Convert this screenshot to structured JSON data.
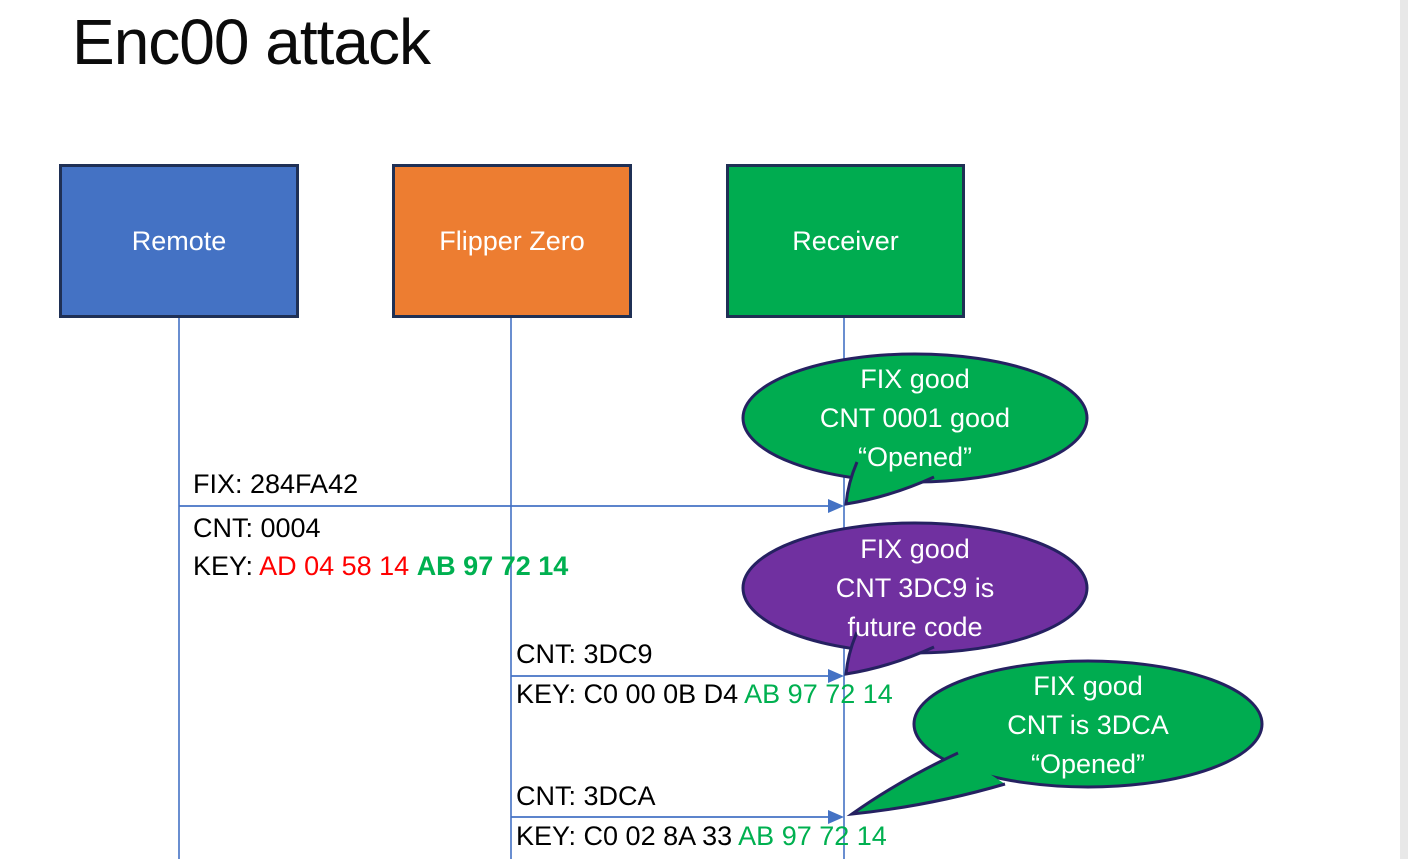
{
  "slide_title": "Enc00 attack",
  "actors": [
    {
      "label": "Remote",
      "fill": "#4472C4"
    },
    {
      "label": "Flipper Zero",
      "fill": "#ED7D31"
    },
    {
      "label": "Receiver",
      "fill": "#00AC50"
    }
  ],
  "colors": {
    "lifeline": "#4472C4",
    "arrow": "#4472C4",
    "box_border": "#1F3055",
    "bubble_border": "#252161",
    "black": "#000000",
    "red": "#FF0000",
    "green": "#00B050",
    "purple": "#7030A0",
    "bubble_green": "#00AC50"
  },
  "messages": [
    {
      "above": [
        {
          "text": "FIX: 284FA42",
          "color": "#000000"
        }
      ],
      "below_1": [
        {
          "text": "CNT: 0004",
          "color": "#000000"
        }
      ],
      "below_2": [
        {
          "text": "KEY: ",
          "color": "#000000"
        },
        {
          "text": "AD 04 58 14 ",
          "color": "#FF0000"
        },
        {
          "text": "AB 97 72 14",
          "color": "#00B050",
          "bold": true
        }
      ]
    },
    {
      "above": [
        {
          "text": "CNT: 3DC9",
          "color": "#000000"
        }
      ],
      "below_1": [
        {
          "text": "KEY: C0 00 0B D4 ",
          "color": "#000000"
        },
        {
          "text": "AB 97 72 14",
          "color": "#00B050"
        }
      ]
    },
    {
      "above": [
        {
          "text": "CNT: 3DCA",
          "color": "#000000"
        }
      ],
      "below_1": [
        {
          "text": "KEY: C0 02 8A 33 ",
          "color": "#000000"
        },
        {
          "text": "AB 97 72 14",
          "color": "#00B050"
        }
      ]
    }
  ],
  "bubbles": [
    {
      "fill": "#00AC50",
      "lines": [
        "FIX good",
        "CNT 0001 good",
        "“Opened”"
      ]
    },
    {
      "fill": "#7030A0",
      "lines": [
        "FIX good",
        "CNT 3DC9 is",
        "future code"
      ]
    },
    {
      "fill": "#00AC50",
      "lines": [
        "FIX good",
        "CNT is 3DCA",
        "“Opened”"
      ]
    }
  ]
}
